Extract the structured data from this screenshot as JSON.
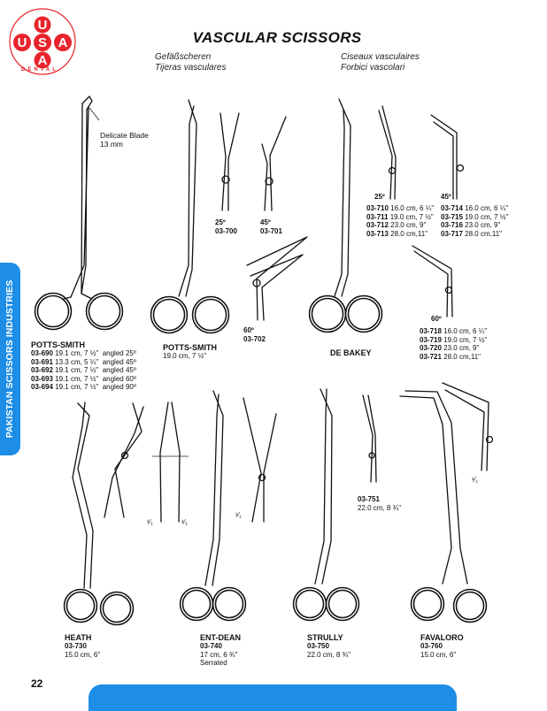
{
  "brand": {
    "logo_letters": [
      "U",
      "S",
      "A",
      "A"
    ],
    "logo_arc_text": "DENTAL",
    "side_tab_text": "PAKISTAN SCISSORS INDUSTRIES",
    "colors": {
      "red": "#e8232b",
      "blue": "#1d8de6"
    }
  },
  "header": {
    "title": "VASCULAR SCISSORS",
    "de": "Gefäßscheren",
    "es": "Tijeras vasculares",
    "fr": "Ciseaux vasculaires",
    "it": "Forbici vascolari"
  },
  "annotation": {
    "line1": "Delicate Blade",
    "line2": "13 mm"
  },
  "potts_smith_1": {
    "name": "POTTS-SMITH",
    "rows": [
      {
        "cat": "03-690",
        "size": "19.1 cm, 7 ½\"",
        "angle": "angled 25º"
      },
      {
        "cat": "03-691",
        "size": "13.3 cm, 5 ¼\"",
        "angle": "angled 45º"
      },
      {
        "cat": "03-692",
        "size": "19.1 cm, 7 ½\"",
        "angle": "angled 45º"
      },
      {
        "cat": "03-693",
        "size": "19.1 cm, 7 ½\"",
        "angle": "angled 60º"
      },
      {
        "cat": "03-694",
        "size": "19.1 cm, 7 ½\"",
        "angle": "angled 90º"
      }
    ]
  },
  "potts_smith_2": {
    "name": "POTTS-SMITH",
    "size": "19.0 cm, 7 ½\""
  },
  "tips": [
    {
      "angle": "25º",
      "cat": "03-700"
    },
    {
      "angle": "45º",
      "cat": "03-701"
    },
    {
      "angle": "60º",
      "cat": "03-702"
    }
  ],
  "de_bakey": {
    "name": "DE BAKEY",
    "angle_25": "25º",
    "angle_45": "45º",
    "angle_60": "60º",
    "group_25": [
      {
        "cat": "03-710",
        "size": "16.0 cm, 6 ¼\""
      },
      {
        "cat": "03-711",
        "size": "19.0 cm, 7 ½\""
      },
      {
        "cat": "03-712",
        "size": "23.0 cm, 9\""
      },
      {
        "cat": "03-713",
        "size": "28.0 cm,11\""
      }
    ],
    "group_45": [
      {
        "cat": "03-714",
        "size": "16.0 cm, 6 ¼\""
      },
      {
        "cat": "03-715",
        "size": "19.0 cm, 7 ½\""
      },
      {
        "cat": "03-716",
        "size": "23.0 cm, 9\""
      },
      {
        "cat": "03-717",
        "size": "28.0 cm,11\""
      }
    ],
    "group_60": [
      {
        "cat": "03-718",
        "size": "16.0 cm, 6 ¼\""
      },
      {
        "cat": "03-719",
        "size": "19.0 cm, 7 ½\""
      },
      {
        "cat": "03-720",
        "size": "23.0 cm, 9\""
      },
      {
        "cat": "03-721",
        "size": "28.0 cm,11\""
      }
    ]
  },
  "scale_marks": [
    "¹⁄₁",
    "¹⁄₁",
    "¹⁄₁",
    "¹⁄₁"
  ],
  "heath": {
    "name": "HEATH",
    "cat": "03-730",
    "size": "15.0 cm, 6\""
  },
  "ent_dean": {
    "name": "ENT-DEAN",
    "cat": "03-740",
    "size": "17 cm, 6 ¾\"",
    "note": "Serrated"
  },
  "strully_detail": {
    "cat": "03-751",
    "size": "22.0 cm, 8 ¾\""
  },
  "strully": {
    "name": "STRULLY",
    "cat": "03-750",
    "size": "22.0 cm, 8 ¾\""
  },
  "favaloro": {
    "name": "FAVALORO",
    "cat": "03-760",
    "size": "15.0 cm, 6\""
  },
  "page_number": "22"
}
